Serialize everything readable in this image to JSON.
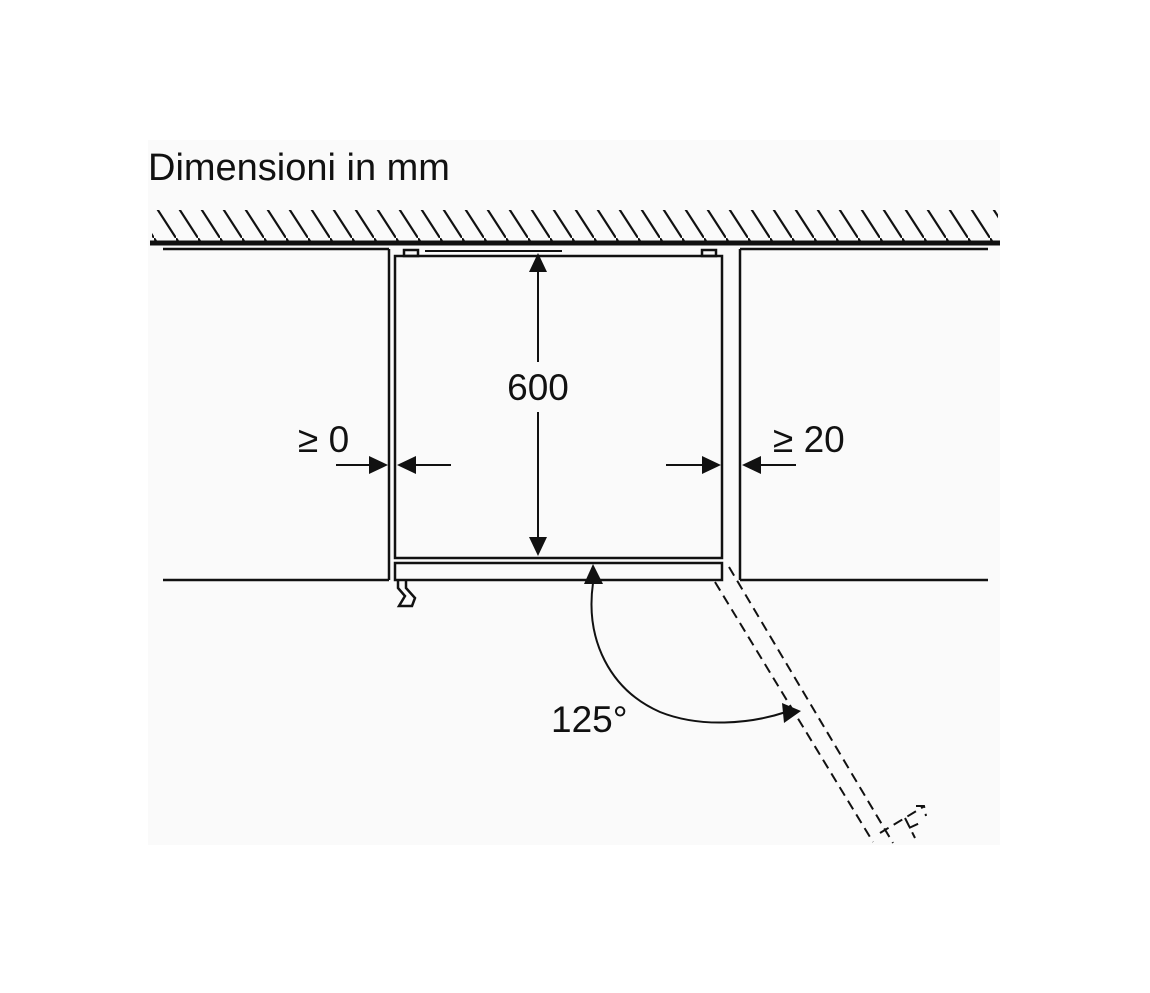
{
  "title": "Dimensioni in mm",
  "dimensions": {
    "depth": "600",
    "left_gap": "≥ 0",
    "right_gap": "≥ 20",
    "door_angle": "125°"
  },
  "colors": {
    "ink": "#111111",
    "background": "#ffffff",
    "panel": "#fafafa"
  }
}
